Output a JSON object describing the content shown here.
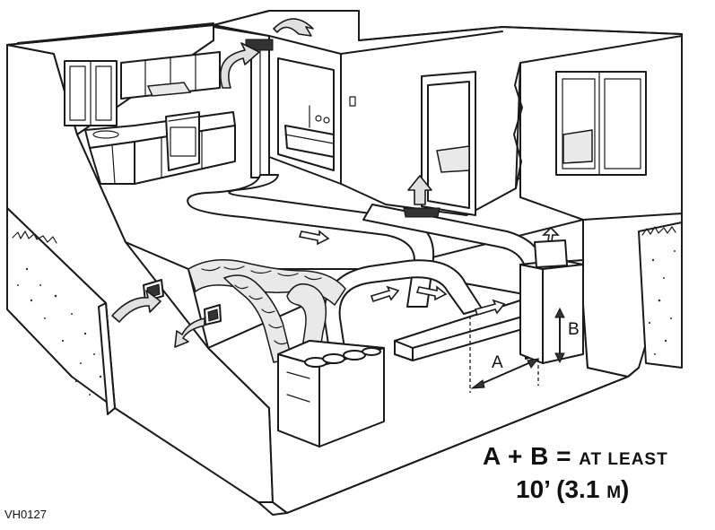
{
  "labels": {
    "dimension_a": "A",
    "dimension_b": "B",
    "formula_head": "A + B = ",
    "formula_tail": "AT LEAST",
    "length_imperial": "10’ (3.1 ",
    "length_unit": "M",
    "length_close": ")",
    "figure_code": "VH0127"
  }
}
